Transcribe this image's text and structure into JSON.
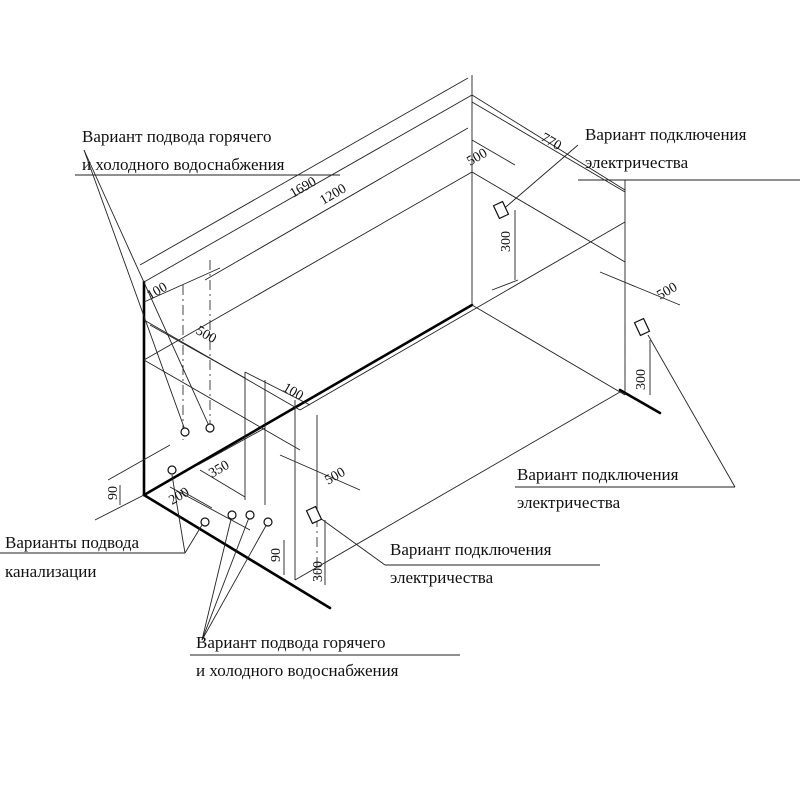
{
  "labels": {
    "water_top": [
      "Вариант подвода горячего",
      "и холодного водоснабжения"
    ],
    "water_bottom": [
      "Вариант подвода горячего",
      "и холодного водоснабжения"
    ],
    "sewer": [
      "Варианты подвода",
      "канализации"
    ],
    "elec_top": [
      "Вариант подключения",
      "электричества"
    ],
    "elec_right": [
      "Вариант подключения",
      "электричества"
    ],
    "elec_mid": [
      "Вариант подключения",
      "электричества"
    ]
  },
  "dimensions": {
    "d1690": "1690",
    "d1200": "1200",
    "d770": "770",
    "d500_top": "500",
    "d300_top": "300",
    "d500_right": "500",
    "d300_right": "300",
    "d100_left": "100",
    "d500_left": "500",
    "d100_mid": "100",
    "d500_mid": "500",
    "d350": "350",
    "d200": "200",
    "d90_left": "90",
    "d90_mid": "90",
    "d300_mid": "300"
  }
}
